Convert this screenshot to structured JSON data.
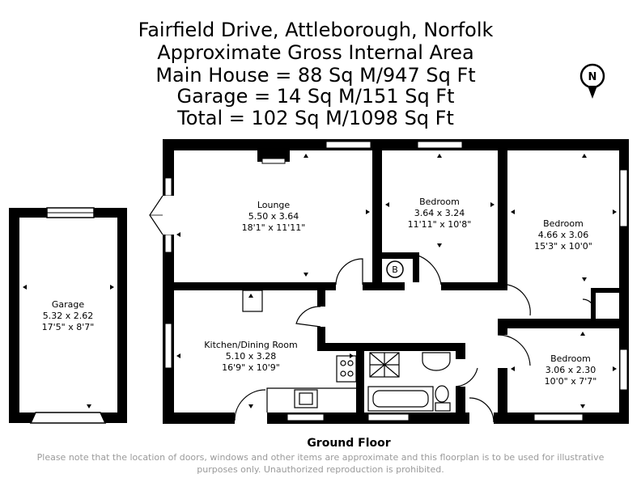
{
  "header": {
    "address": "Fairfield Drive, Attleborough, Norfolk",
    "area_heading": "Approximate Gross Internal Area",
    "main_house": "Main House = 88 Sq M/947 Sq Ft",
    "garage": "Garage = 14 Sq M/151 Sq Ft",
    "total": "Total = 102 Sq M/1098 Sq Ft"
  },
  "compass": {
    "label": "N",
    "icon": "north-arrow-icon"
  },
  "rooms": {
    "lounge": {
      "name": "Lounge",
      "metric": "5.50 x 3.64",
      "imperial": "18'1\" x 11'11\""
    },
    "bedroom1": {
      "name": "Bedroom",
      "metric": "3.64 x 3.24",
      "imperial": "11'11\" x 10'8\""
    },
    "bedroom2": {
      "name": "Bedroom",
      "metric": "4.66 x 3.06",
      "imperial": "15'3\" x 10'0\""
    },
    "bedroom3": {
      "name": "Bedroom",
      "metric": "3.06 x 2.30",
      "imperial": "10'0\" x 7'7\""
    },
    "kitchen": {
      "name": "Kitchen/Dining Room",
      "metric": "5.10 x 3.28",
      "imperial": "16'9\" x 10'9\""
    },
    "garage": {
      "name": "Garage",
      "metric": "5.32 x 2.62",
      "imperial": "17'5\" x 8'7\""
    }
  },
  "boiler_label": "B",
  "floor_label": "Ground Floor",
  "disclaimer": "Please note that the location of doors, windows and other items are approximate and this floorplan is to be used for illustrative purposes only. Unauthorized reproduction is prohibited.",
  "colors": {
    "wall": "#000000",
    "window": "#ffffff",
    "disclaimer_text": "#9a9a9a"
  }
}
